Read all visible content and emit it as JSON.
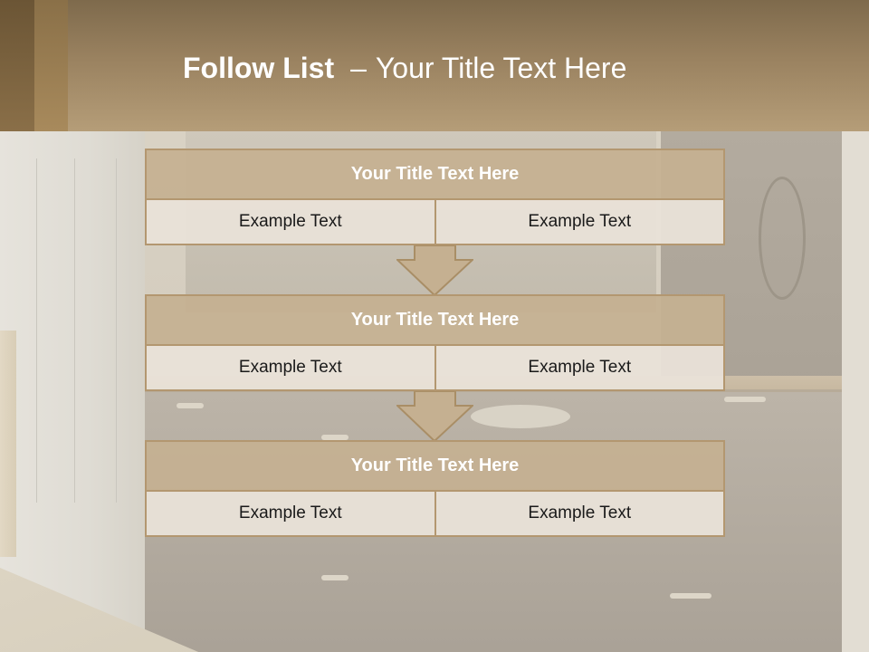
{
  "slide": {
    "title_bold": "Follow List",
    "title_dash": "–",
    "title_rest": "Your Title Text Here"
  },
  "blocks": [
    {
      "title": "Your Title Text Here",
      "cells": [
        "Example Text",
        "Example Text"
      ]
    },
    {
      "title": "Your Title Text Here",
      "cells": [
        "Example Text",
        "Example Text"
      ]
    },
    {
      "title": "Your Title Text Here",
      "cells": [
        "Example Text",
        "Example Text"
      ]
    }
  ],
  "colors": {
    "header": "#9a8260",
    "block_title_fill": "#c5b091",
    "block_border": "#b39770",
    "cell_fill": "#e9e2d8",
    "arrow_fill": "#c5b091"
  },
  "icons": [
    "down-arrow-icon",
    "down-arrow-icon"
  ]
}
